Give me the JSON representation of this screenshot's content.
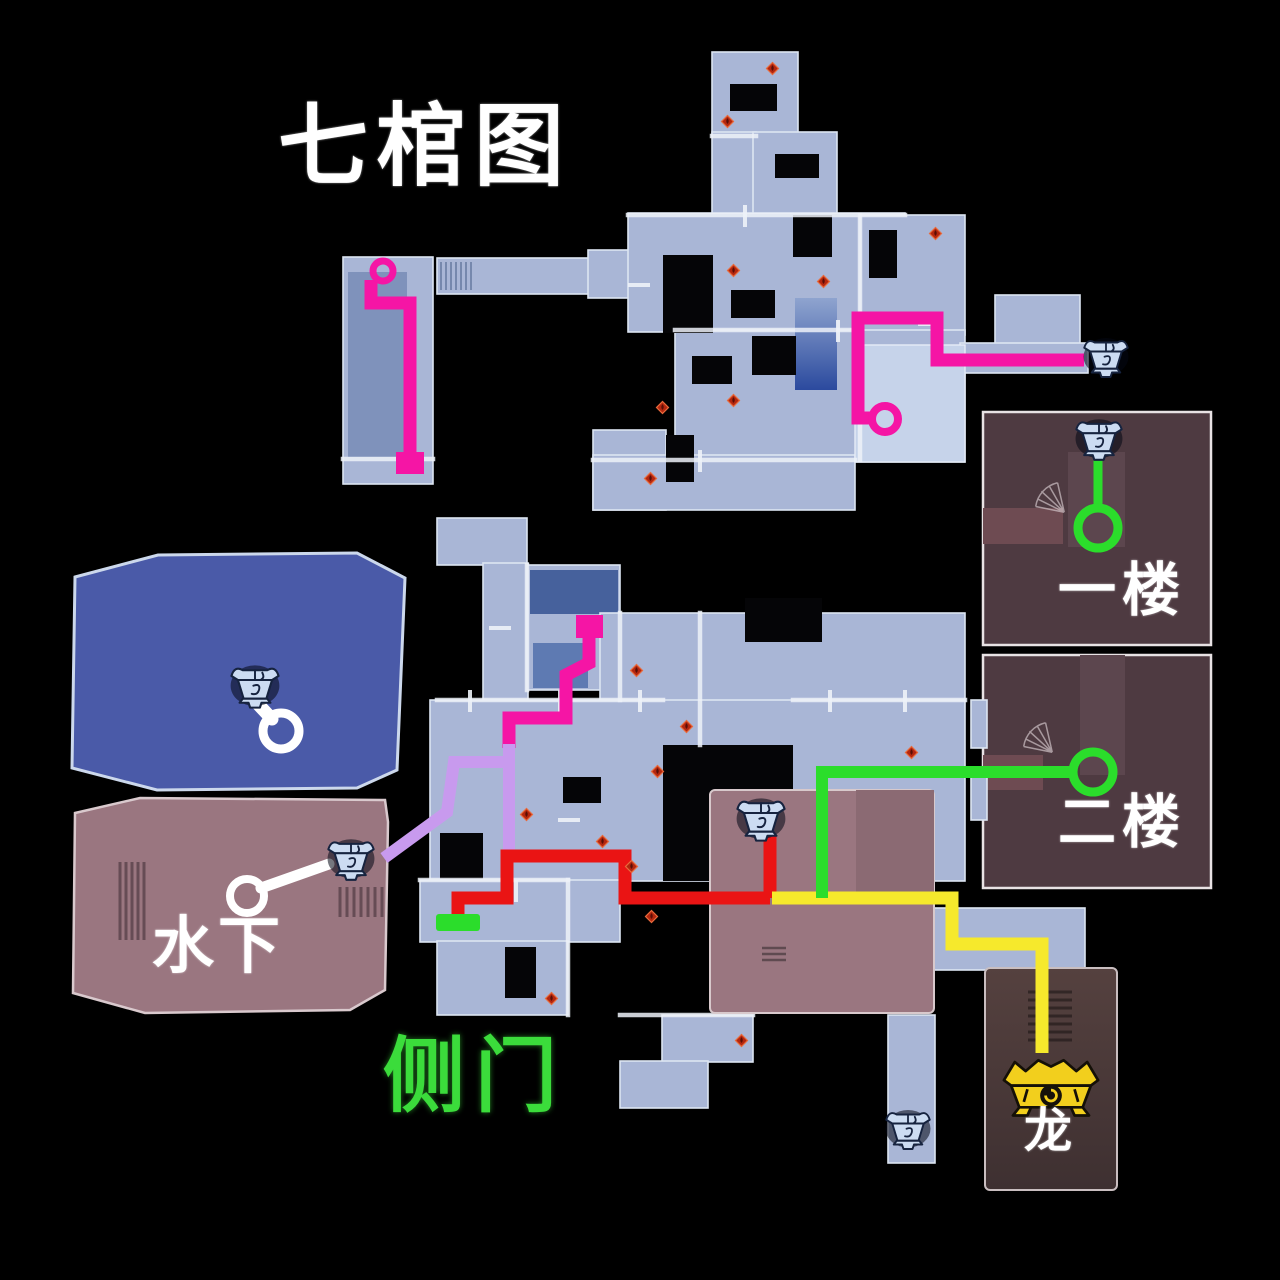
{
  "title": "七棺图",
  "labels": {
    "first_floor": "一楼",
    "second_floor": "二楼",
    "underwater": "水下",
    "side_door": "侧门",
    "dragon": "龙"
  },
  "routes": [
    {
      "name": "tower-coffin-route",
      "color": "#f515a5"
    },
    {
      "name": "upper-right-coffin-route",
      "color": "#f515a5"
    },
    {
      "name": "mid-spawn-route",
      "color": "#f515a5"
    },
    {
      "name": "underwater-coffin-route",
      "color": "#c89aee"
    },
    {
      "name": "side-door-route",
      "color": "#ea1414"
    },
    {
      "name": "floor-coffin-route",
      "color": "#2bdd2b"
    },
    {
      "name": "dragon-coffin-route",
      "color": "#f6e92c"
    },
    {
      "name": "lower-coffin-route",
      "color": "#2e6ae6"
    }
  ],
  "icons": {
    "coffin": "coffin-icon",
    "dragon_coffin": "dragon-coffin-icon",
    "brazier": "brazier-icon",
    "spiral_stair": "spiral-stair-icon",
    "ring_marker": "ring-marker"
  },
  "colors": {
    "background": "#000000",
    "floor_blue": "#a9b6d6",
    "floor_blue_light": "#c6d3ea",
    "floor_blue_dark": "#7f92bb",
    "floor_navy": "#46619c",
    "corridor_white": "#eef2f9",
    "zone_water": "#4a5aa8",
    "zone_brown": "#9a7680",
    "inset_maroon": "#4e3a41",
    "inset_corridor": "#6e4b52",
    "dragon_room_dark": "#4a3939",
    "route_magenta": "#f515a5",
    "route_purple": "#c89aee",
    "route_red": "#ea1414",
    "route_green": "#2bdd2b",
    "route_yellow": "#f6e92c",
    "route_blue": "#2e6ae6",
    "label_white": "#ffffff",
    "label_green": "#3bdc3b",
    "coffin_silver": "#ccdcf2",
    "coffin_outline": "#16233f",
    "coffin_gold": "#f2cf1d",
    "brazier_red": "#b3260f"
  }
}
